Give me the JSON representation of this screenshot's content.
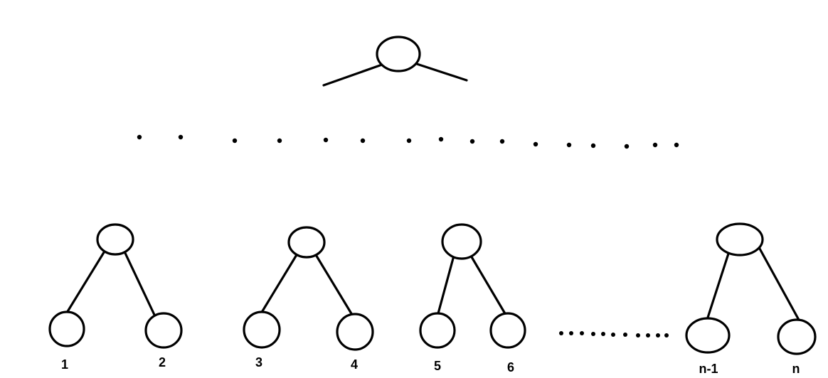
{
  "leaf_labels": [
    "1",
    "2",
    "3",
    "4",
    "5",
    "6",
    "n-1",
    "n"
  ]
}
